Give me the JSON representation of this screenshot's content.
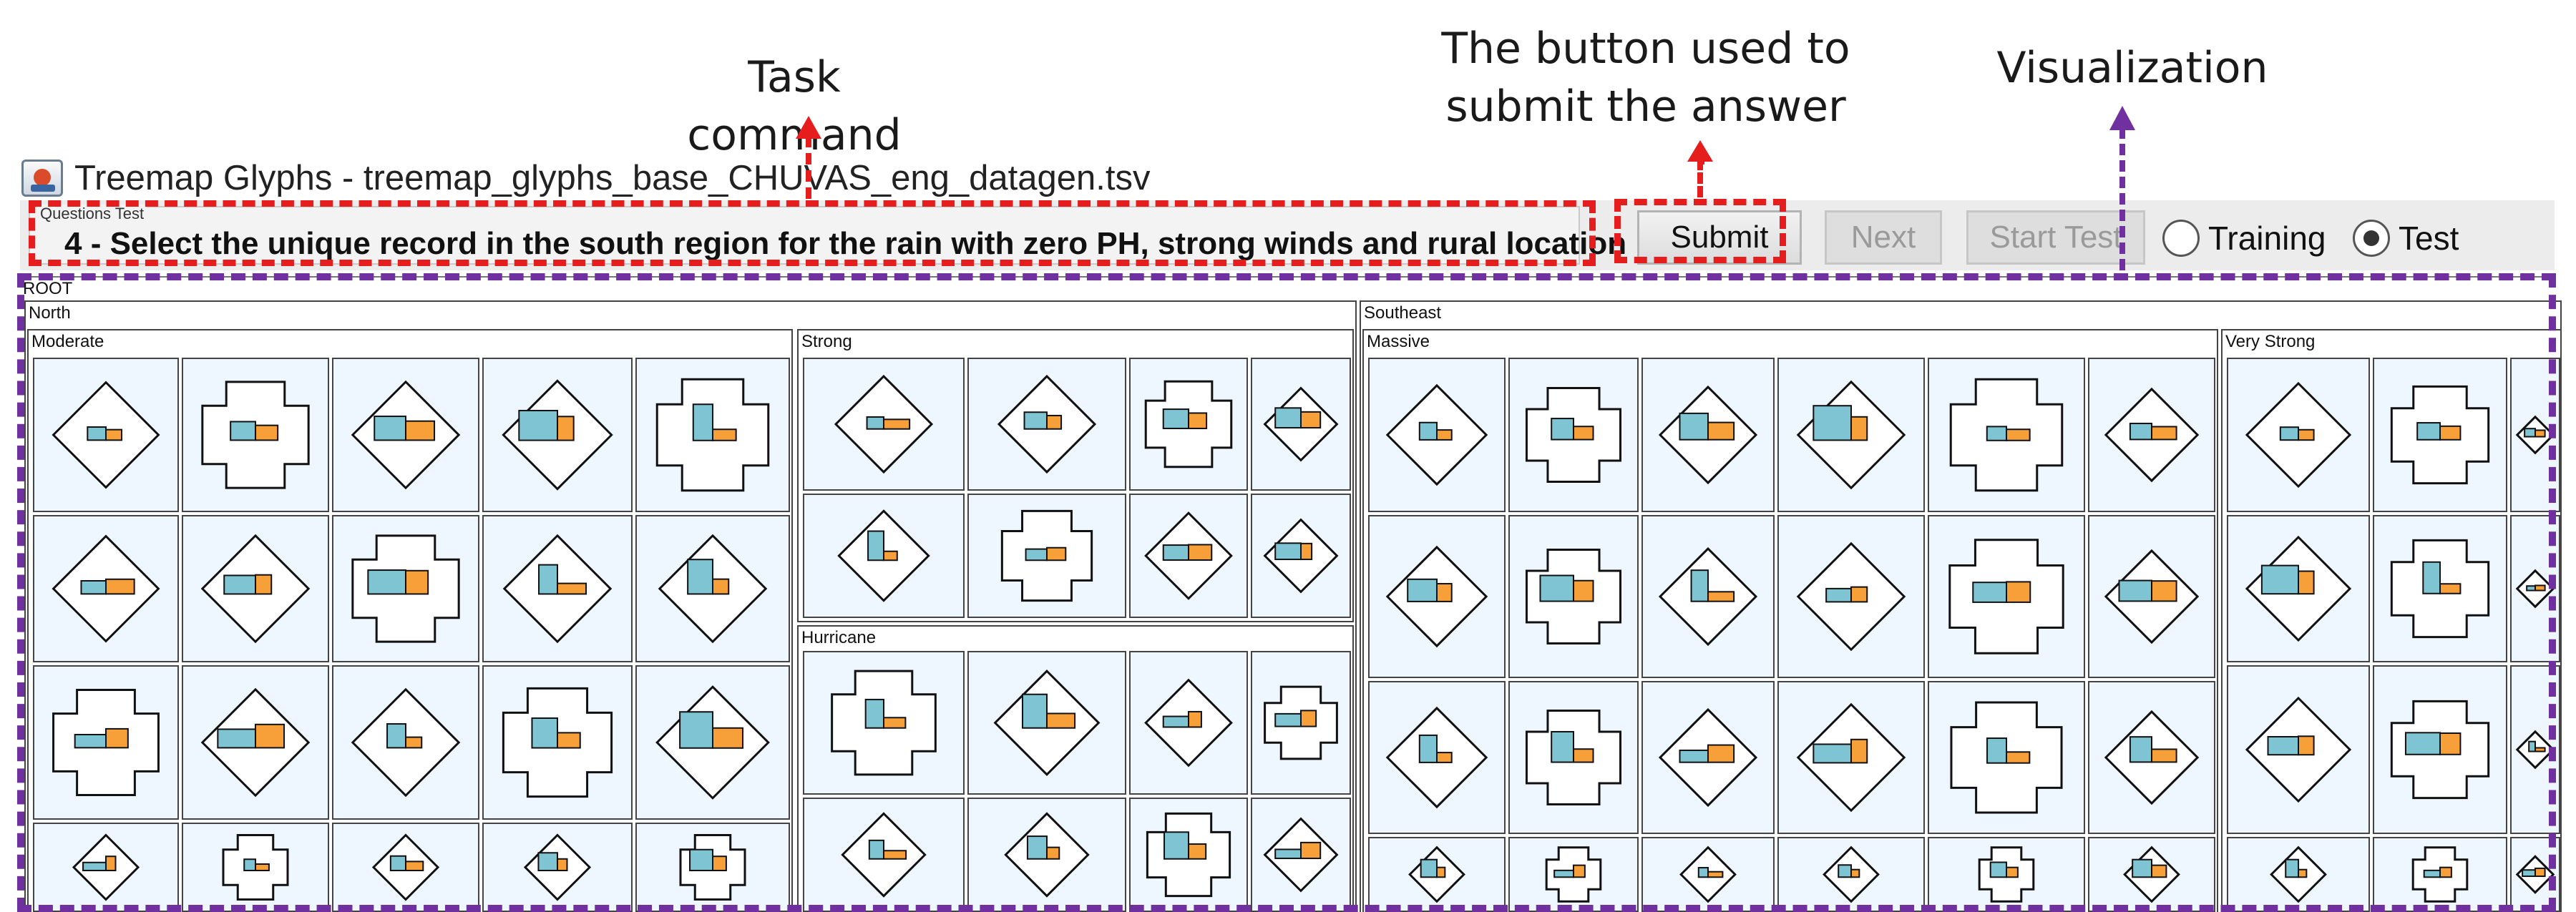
{
  "annotations": {
    "task_command": "Task command",
    "submit_button": "The button used to submit the answer",
    "visualization": "Visualization"
  },
  "window": {
    "title": "Treemap Glyphs - treemap_glyphs_base_CHUVAS_eng_datagen.tsv",
    "app_icon": "java-app-icon"
  },
  "toolbar": {
    "questions_legend": "Questions Test",
    "task_text": "4 - Select the unique record in the south region for the rain with zero PH, strong winds and rural location",
    "submit_label": "Submit",
    "next_label": "Next",
    "start_test_label": "Start Test",
    "mode_training": "Training",
    "mode_test": "Test",
    "selected_mode": "Test"
  },
  "treemap": {
    "root_label": "ROOT",
    "regions": [
      {
        "label": "North",
        "groups": [
          "Moderate",
          "Strong",
          "Hurricane"
        ]
      },
      {
        "label": "Southeast",
        "groups": [
          "Massive",
          "Very Strong"
        ]
      }
    ]
  },
  "colors": {
    "annotation_red": "#e51d1d",
    "annotation_purple": "#7030a0",
    "glyph_blue": "#7ec4d3",
    "glyph_orange": "#f7a03a",
    "leaf_background": "#eef6ff"
  }
}
